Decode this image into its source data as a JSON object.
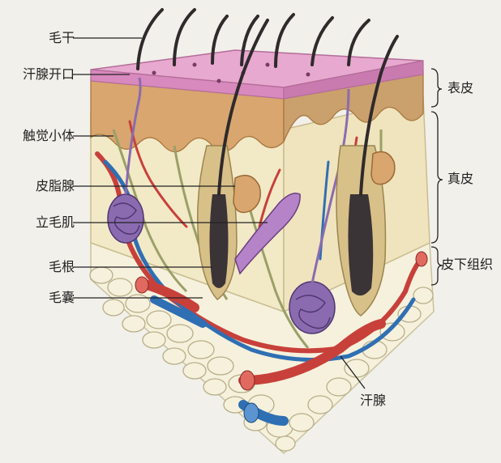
{
  "labels": {
    "hair_shaft": "毛干",
    "sweat_pore": "汗腺开口",
    "tactile_corpuscle": "触觉小体",
    "sebaceous_gland": "皮脂腺",
    "arrector_pili": "立毛肌",
    "hair_root": "毛根",
    "hair_follicle": "毛囊",
    "sweat_gland": "汗腺"
  },
  "layers": {
    "epidermis": "表皮",
    "dermis": "真皮",
    "subcutis": "皮下组织"
  },
  "colors": {
    "epidermis": "#e7a9cf",
    "epidermis_top": "#d889bd",
    "papillary": "#d8a66e",
    "dermis": "#f2e9c7",
    "fat": "#f6f1dc",
    "artery": "#c8403a",
    "vein": "#2f6fb3",
    "gland": "#8b6bb0",
    "hair": "#3b3436",
    "nerve": "#9aa067"
  }
}
